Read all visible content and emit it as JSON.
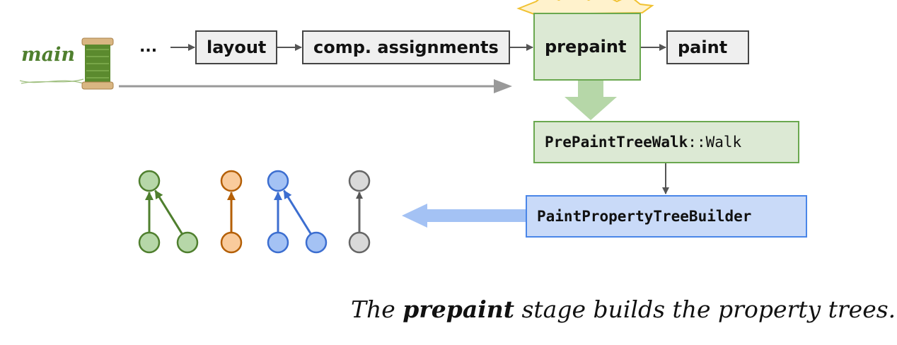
{
  "thread": {
    "label": "main"
  },
  "pipeline": {
    "ellipsis": "...",
    "stages": [
      {
        "id": "layout",
        "label": "layout"
      },
      {
        "id": "comp-assignments",
        "label": "comp. assignments"
      },
      {
        "id": "prepaint",
        "label": "prepaint"
      },
      {
        "id": "paint",
        "label": "paint"
      }
    ]
  },
  "walk": {
    "class_name": "PrePaintTreeWalk",
    "separator": "::",
    "method": "Walk"
  },
  "builder": {
    "label": "PaintPropertyTreeBuilder"
  },
  "caption": {
    "prefix": "The ",
    "emphasis": "prepaint",
    "suffix": " stage builds the property trees."
  },
  "colors": {
    "green_fill": "#b6d7a8",
    "green_stroke": "#4f7f2e",
    "orange_fill": "#f9cb9c",
    "orange_stroke": "#b45f06",
    "blue_fill": "#a4c2f4",
    "blue_stroke": "#3c6ed0",
    "gray_fill": "#d9d9d9",
    "gray_stroke": "#666666",
    "highlight_green": "#b6d7a8",
    "highlight_blue": "#a4c2f4",
    "starburst": "#fff2cc"
  },
  "trees": [
    {
      "color": "green",
      "child_count": 2
    },
    {
      "color": "orange",
      "child_count": 1
    },
    {
      "color": "blue",
      "child_count": 2
    },
    {
      "color": "gray",
      "child_count": 1
    }
  ]
}
